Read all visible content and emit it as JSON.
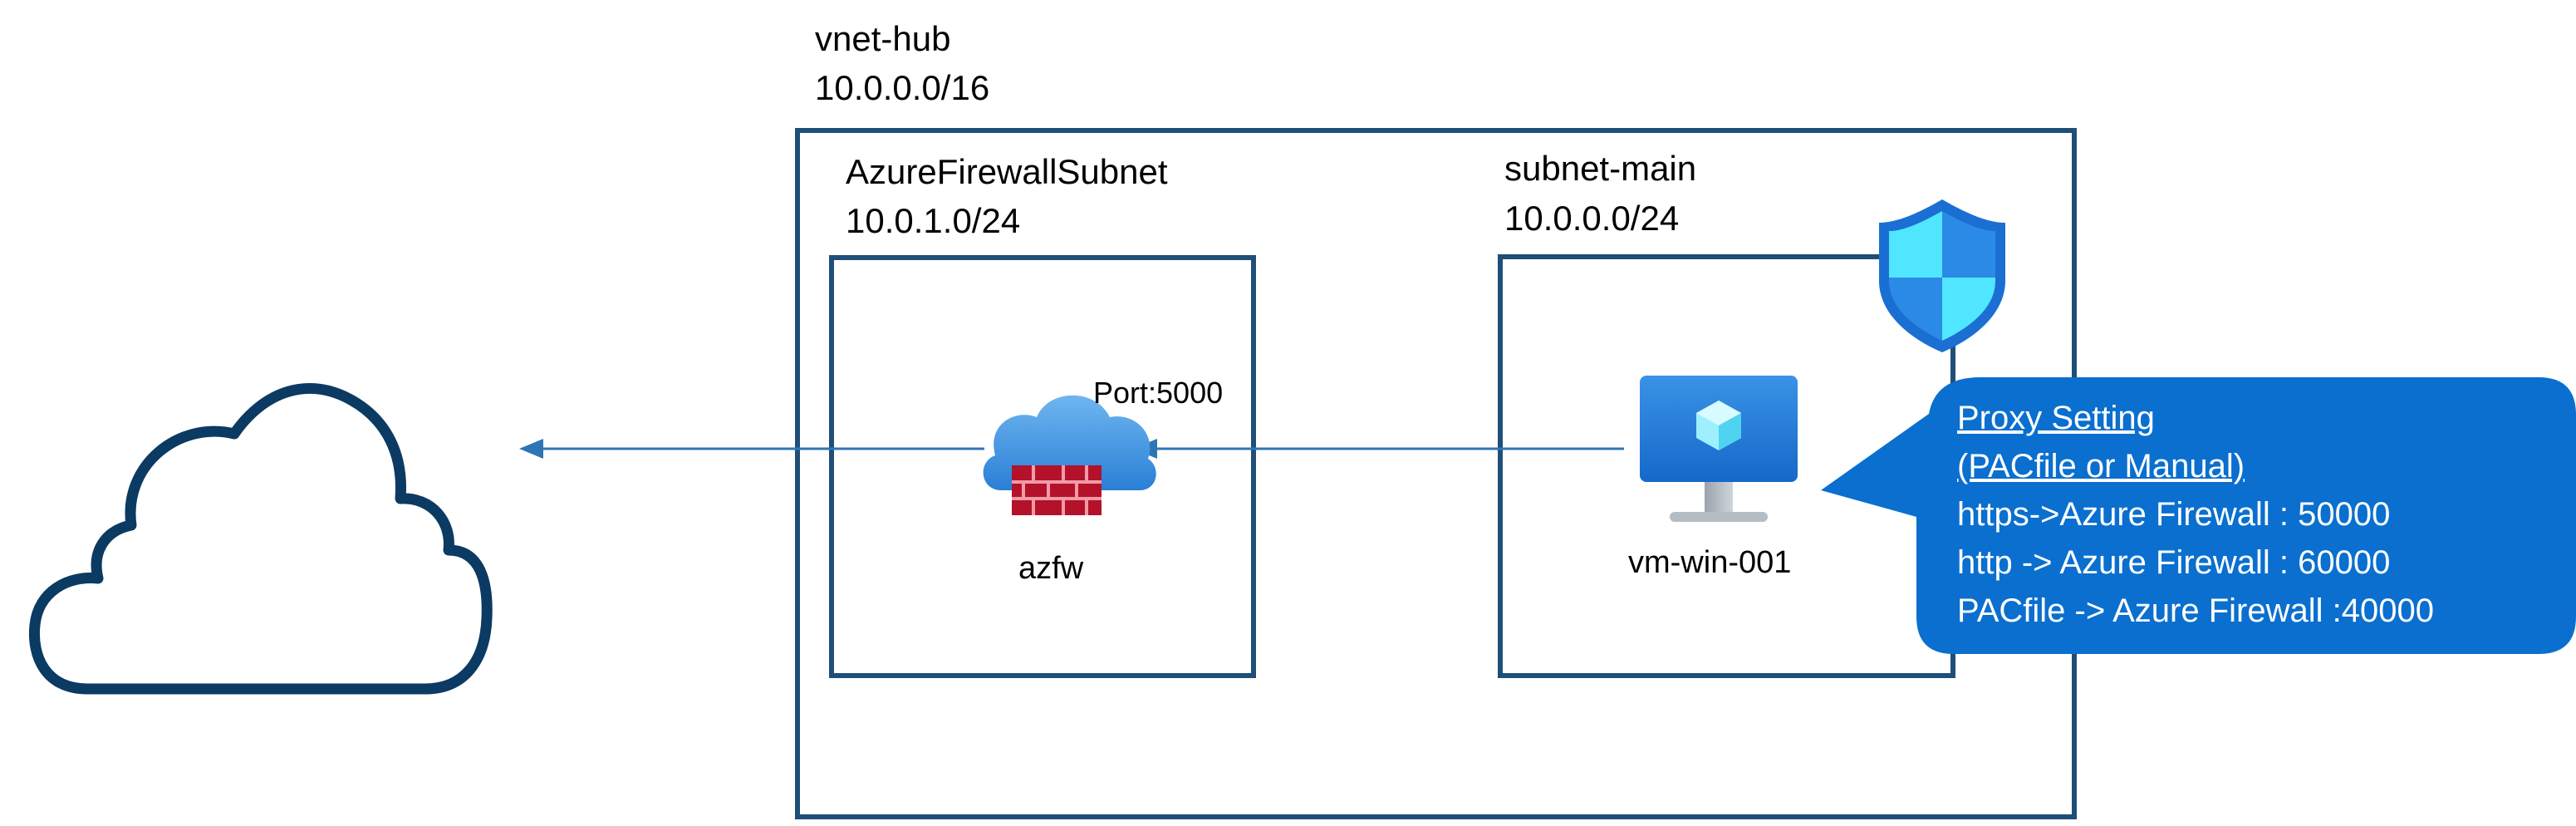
{
  "vnet": {
    "name": "vnet-hub",
    "cidr": "10.0.0.0/16"
  },
  "firewall_subnet": {
    "name": "AzureFirewallSubnet",
    "cidr": "10.0.1.0/24"
  },
  "main_subnet": {
    "name": "subnet-main",
    "cidr": "10.0.0.0/24"
  },
  "firewall": {
    "name": "azfw",
    "port_label": "Port:5000",
    "icon": "azure-firewall-icon"
  },
  "vm": {
    "name": "vm-win-001",
    "icon": "virtual-machine-icon"
  },
  "shield": {
    "icon": "security-shield-icon"
  },
  "internet": {
    "icon": "cloud-icon"
  },
  "callout": {
    "lines": [
      "Proxy Setting",
      "(PACfile or Manual)",
      "https->Azure Firewall : 50000",
      "http -> Azure Firewall : 60000",
      "PACfile -> Azure Firewall  :40000"
    ]
  },
  "colors": {
    "box_border": "#1f4e79",
    "arrow": "#2e75b6",
    "callout_bg": "#0a6fcf",
    "cloud_outline": "#0b3a63"
  }
}
